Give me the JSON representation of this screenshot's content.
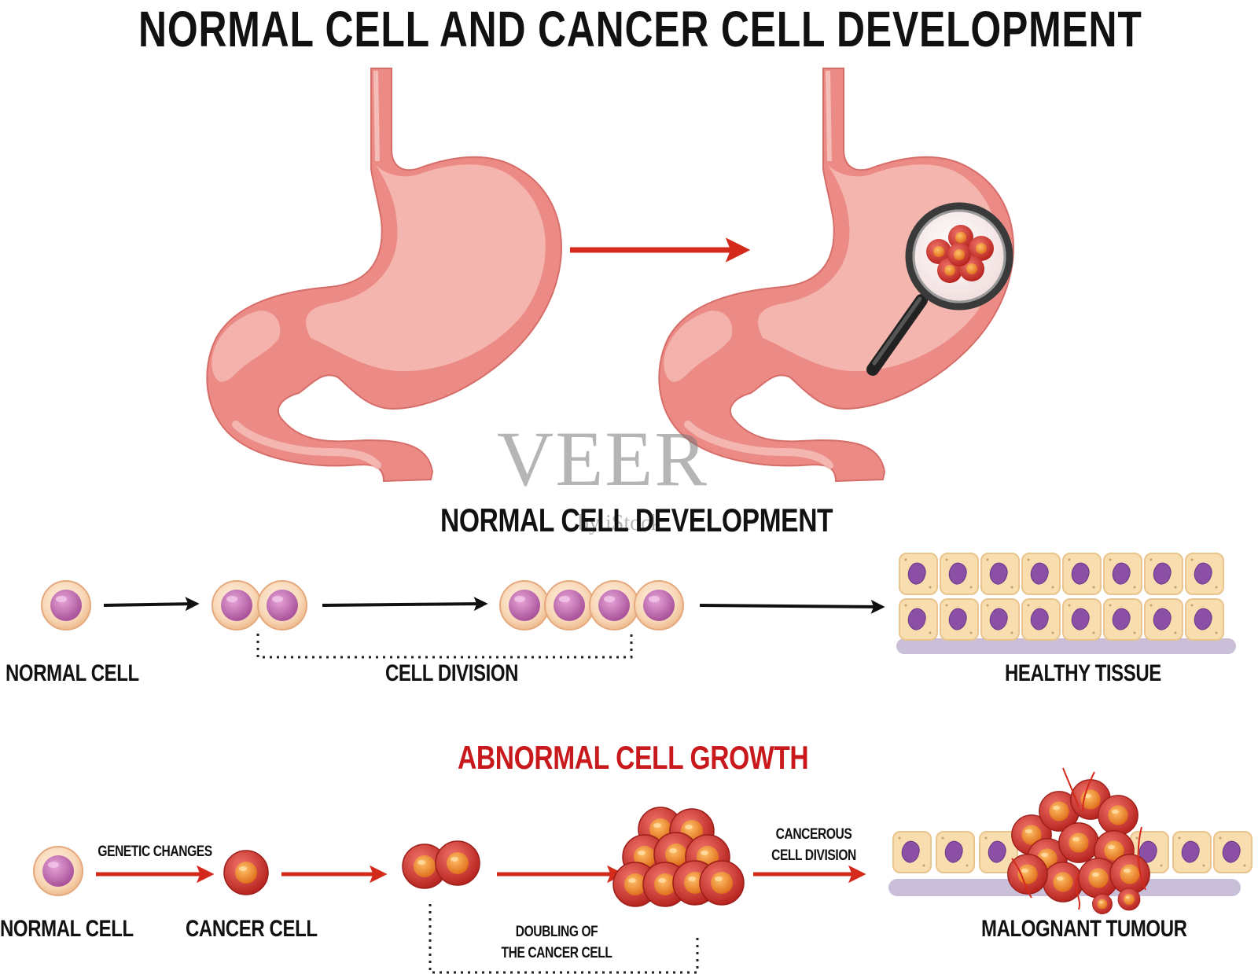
{
  "title": "NORMAL CELL AND CANCER CELL DEVELOPMENT",
  "normal": {
    "heading": "NORMAL CELL DEVELOPMENT",
    "normal_cell": "NORMAL CELL",
    "cell_division": "CELL DIVISION",
    "healthy_tissue": "HEALTHY TISSUE"
  },
  "abnormal": {
    "heading": "ABNORMAL CELL GROWTH",
    "normal_cell": "NORMAL CELL",
    "genetic_changes": "GENETIC CHANGES",
    "cancer_cell": "CANCER CELL",
    "doubling_line1": "DOUBLING OF",
    "doubling_line2": "THE CANCER CELL",
    "cancerous_line1": "CANCEROUS",
    "cancerous_line2": "CELL DIVISION",
    "malignant_tumour": "MALOGNANT TUMOUR"
  },
  "watermark": {
    "main": "VEER",
    "sub": "by iStock"
  },
  "colors": {
    "stomach_outer": "#ec8b86",
    "stomach_inner": "#f4b5ae",
    "arrow_red": "#d42a1c",
    "arrow_black": "#111111",
    "normal_cell_membrane": "#f7d7bb",
    "normal_cell_nucleus": "#c86fb2",
    "cancer_cell": "#d9413a",
    "cancer_nucleus": "#f08a2a",
    "tissue_cell": "#f8ddae",
    "tissue_nucleus": "#8b4fa5"
  },
  "icons": [
    "stomach",
    "magnifying-glass-icon",
    "arrow-right-icon"
  ]
}
